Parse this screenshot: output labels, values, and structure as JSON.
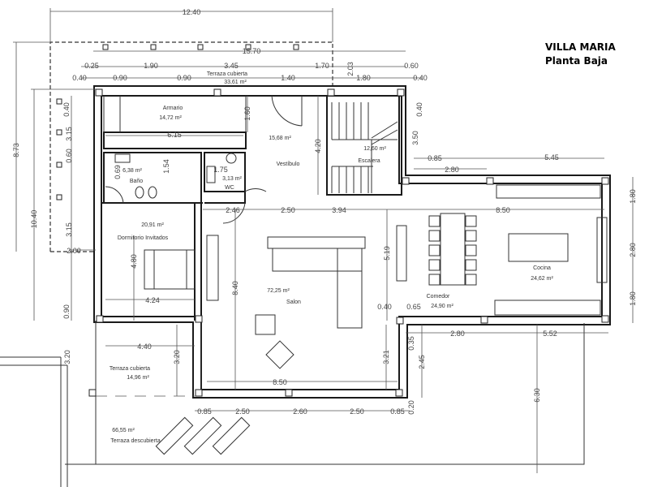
{
  "title": "VILLA MARIA",
  "subtitle": "Planta Baja",
  "rooms": [
    {
      "name": "Terraza cubierta",
      "area": "33,61 m²"
    },
    {
      "name": "Armario",
      "area": "14,72 m²"
    },
    {
      "name": "Vestíbulo",
      "area": "15,68 m²"
    },
    {
      "name": "Escalera",
      "area": "12,60 m²"
    },
    {
      "name": "Baño",
      "area": "6,38 m²"
    },
    {
      "name": "WC",
      "area": "3,13 m²"
    },
    {
      "name": "Dormitorio Invitados",
      "area": "20,91 m²"
    },
    {
      "name": "Salon",
      "area": "72,25 m²"
    },
    {
      "name": "Comedor",
      "area": "24,90 m²"
    },
    {
      "name": "Cocina",
      "area": "24,62 m²"
    },
    {
      "name": "Terraza cubierta",
      "area": "14,96 m²"
    },
    {
      "name": "Terraza descubierta",
      "area": "66,55 m²"
    }
  ],
  "dims": [
    "12.40",
    "15.70",
    "0.25",
    "0.40",
    "0.90",
    "1.90",
    "0.90",
    "3.45",
    "1.40",
    "1.70",
    "2.03",
    "1.80",
    "0.60",
    "0.40",
    "8.73",
    "10.40",
    "0.40",
    "3.15",
    "0.60",
    "3.15",
    "2.00",
    "0.90",
    "3.20",
    "1.60",
    "6.15",
    "4.20",
    "0.40",
    "3.50",
    "0.69",
    "1.54",
    "1.75",
    "2.46",
    "2.50",
    "3.94",
    "8.50",
    "0.85",
    "2.80",
    "5.45",
    "1.80",
    "2.80",
    "1.80",
    "4.80",
    "4.24",
    "8.40",
    "5.19",
    "0.40",
    "0.65",
    "2.80",
    "5.52",
    "4.40",
    "3.20",
    "3.21",
    "0.35",
    "2.45",
    "8.50",
    "0.85",
    "2.50",
    "2.60",
    "2.50",
    "0.85",
    "0.20",
    "6.30"
  ]
}
